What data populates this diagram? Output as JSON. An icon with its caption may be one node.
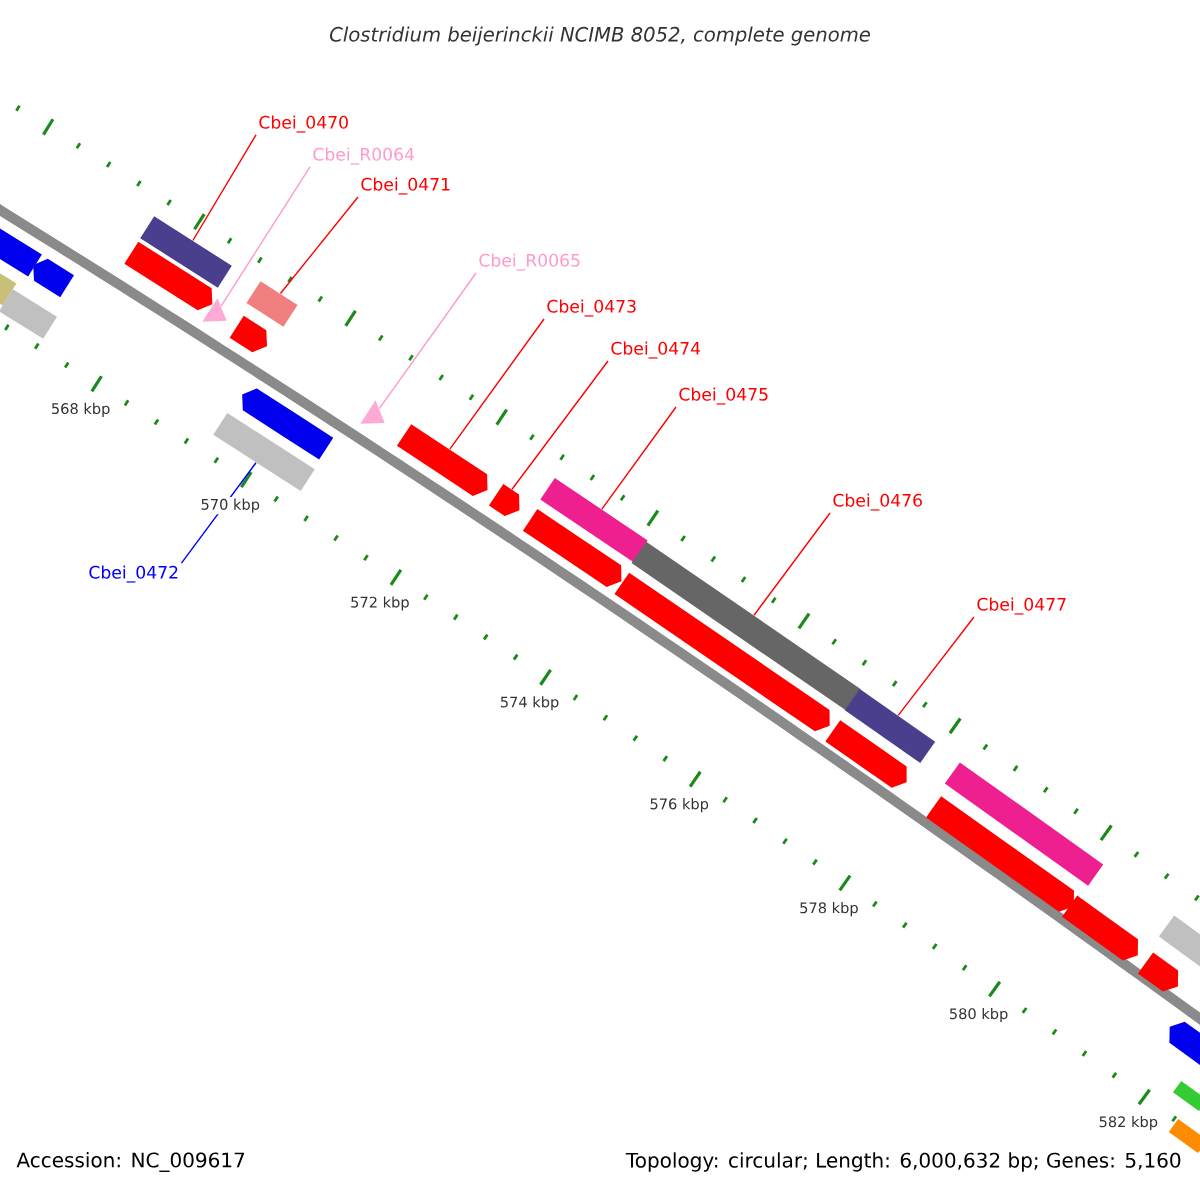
{
  "diagram": {
    "title": "Clostridium beijerinckii NCIMB 8052, complete genome",
    "nodes": [
      {
        "text": [
          "Cbei_0470"
        ]
      },
      {
        "text": [
          "Cbei_R0064"
        ]
      },
      {
        "text": [
          "Cbei_0471"
        ]
      },
      {
        "text": [
          "Cbei_R0065"
        ]
      },
      {
        "text": [
          "Cbei_0473"
        ]
      },
      {
        "text": [
          "Cbei_0474"
        ]
      },
      {
        "text": [
          "Cbei_0475"
        ]
      },
      {
        "text": [
          "Cbei_0476"
        ]
      },
      {
        "text": [
          "Cbei_0477"
        ]
      },
      {
        "text": [
          "Cbei_0472"
        ]
      },
      {
        "text": [],
        "shape": "pentagon"
      },
      {
        "text": [],
        "shape": "pentagon"
      },
      {
        "text": [],
        "shape": "bar"
      },
      {
        "text": [],
        "shape": "bar"
      },
      {
        "text": [],
        "shape": "bar"
      },
      {
        "text": [],
        "shape": "pentagon"
      },
      {
        "text": [],
        "shape": "triangle"
      },
      {
        "text": [],
        "shape": "bar"
      },
      {
        "text": [],
        "shape": "pentagon"
      },
      {
        "text": [],
        "shape": "pentagon"
      },
      {
        "text": [],
        "shape": "bar"
      },
      {
        "text": [],
        "shape": "triangle"
      },
      {
        "text": [],
        "shape": "pentagon"
      },
      {
        "text": [],
        "shape": "pentagon"
      },
      {
        "text": [],
        "shape": "bar"
      },
      {
        "text": [],
        "shape": "pentagon"
      },
      {
        "text": [],
        "shape": "bar"
      },
      {
        "text": [],
        "shape": "pentagon"
      },
      {
        "text": [],
        "shape": "bar"
      },
      {
        "text": [],
        "shape": "pentagon"
      },
      {
        "text": [],
        "shape": "bar"
      },
      {
        "text": [],
        "shape": "pentagon"
      },
      {
        "text": [],
        "shape": "pentagon"
      },
      {
        "text": [],
        "shape": "pentagon"
      },
      {
        "text": [],
        "shape": "bar"
      },
      {
        "text": [],
        "shape": "pentagon"
      },
      {
        "text": [],
        "shape": "bar"
      },
      {
        "text": [],
        "shape": "bar"
      }
    ],
    "edges": [
      {
        "from": 0,
        "to": 14,
        "arrow": "none"
      },
      {
        "from": 1,
        "to": 16,
        "arrow": "none",
        "color": "#ff99cc"
      },
      {
        "from": 2,
        "to": 17,
        "arrow": "none"
      },
      {
        "from": 3,
        "to": 21,
        "arrow": "none",
        "color": "#ff99cc"
      },
      {
        "from": 4,
        "to": 22,
        "arrow": "none"
      },
      {
        "from": 5,
        "to": 23,
        "arrow": "none"
      },
      {
        "from": 6,
        "to": 24,
        "arrow": "none"
      },
      {
        "from": 7,
        "to": 26,
        "arrow": "none"
      },
      {
        "from": 8,
        "to": 28,
        "arrow": "none"
      },
      {
        "from": 9,
        "to": 20,
        "arrow": "none",
        "color": "#0000ff"
      }
    ],
    "labels": [
      "568 kbp",
      "570 kbp",
      "572 kbp",
      "574 kbp",
      "576 kbp",
      "578 kbp",
      "580 kbp",
      "582 kbp",
      "Accession: NC_009617",
      "Topology: circular; Length: 6,000,632 bp; Genes: 5,160"
    ]
  }
}
